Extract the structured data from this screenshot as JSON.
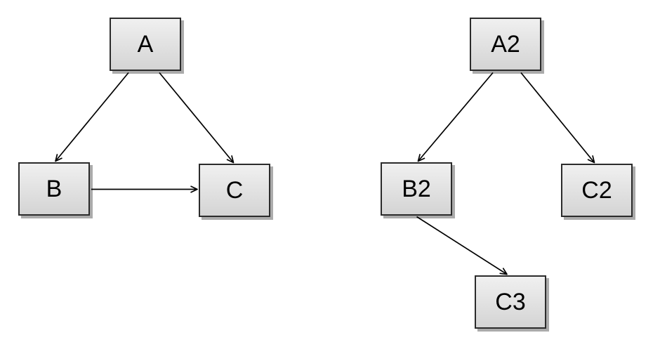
{
  "colors": {
    "background": "#ffffff",
    "node_fill_top": "#f0f0f0",
    "node_fill_bottom": "#d4d4d4",
    "node_border": "#2b2b2b",
    "node_shadow": "#ababab",
    "arrow": "#000000",
    "text": "#000000"
  },
  "diagrams": [
    {
      "name": "left-graph",
      "nodes": [
        {
          "id": "A",
          "label": "A"
        },
        {
          "id": "B",
          "label": "B"
        },
        {
          "id": "C",
          "label": "C"
        }
      ],
      "edges": [
        {
          "from": "A",
          "to": "B"
        },
        {
          "from": "A",
          "to": "C"
        },
        {
          "from": "B",
          "to": "C"
        }
      ]
    },
    {
      "name": "right-graph",
      "nodes": [
        {
          "id": "A2",
          "label": "A2"
        },
        {
          "id": "B2",
          "label": "B2"
        },
        {
          "id": "C2",
          "label": "C2"
        },
        {
          "id": "C3",
          "label": "C3"
        }
      ],
      "edges": [
        {
          "from": "A2",
          "to": "B2"
        },
        {
          "from": "A2",
          "to": "C2"
        },
        {
          "from": "B2",
          "to": "C3"
        }
      ]
    }
  ]
}
